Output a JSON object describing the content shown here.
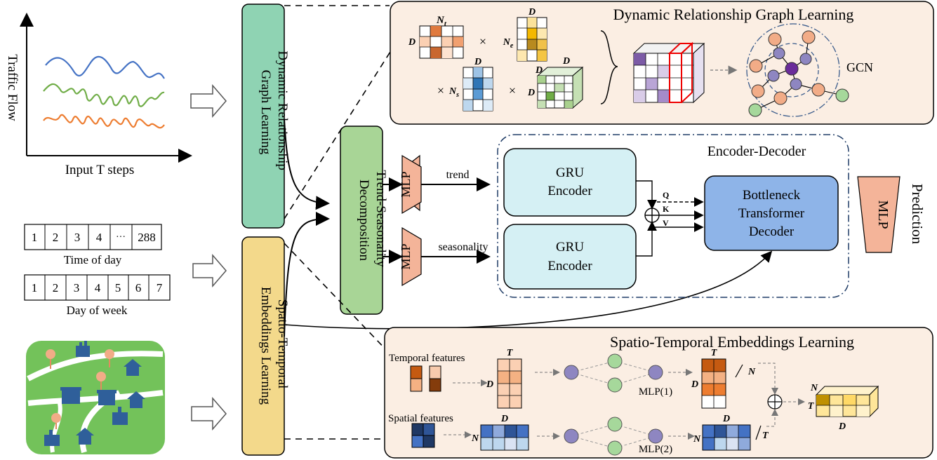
{
  "input": {
    "traffic_ylabel": "Traffic Flow",
    "traffic_xlabel": "Input T steps",
    "time_of_day_cells": [
      "1",
      "2",
      "3",
      "4",
      "···",
      "288"
    ],
    "time_of_day_label": "Time of day",
    "day_of_week_cells": [
      "1",
      "2",
      "3",
      "4",
      "5",
      "6",
      "7"
    ],
    "day_of_week_label": "Day of week",
    "line_colors": {
      "blue": "#4472c4",
      "green": "#70ad47",
      "orange": "#ed7d31"
    }
  },
  "modules": {
    "dynamic_graph_box": [
      "Dynamic Relationship",
      "Graph Learning"
    ],
    "st_embed_box": [
      "Spatio-Temporal",
      "Embeddings Learning"
    ],
    "trend_box": [
      "Trend-Seasonality",
      "Decomposition"
    ],
    "mlp": "MLP",
    "trend_label": "trend",
    "seasonality_label": "seasonality",
    "prediction": "Prediction"
  },
  "dynamic_panel": {
    "title": "Dynamic Relationship Graph Learning",
    "labels": {
      "Nt": "N",
      "Nt_sub": "t",
      "Ne": "N",
      "Ne_sub": "e",
      "Ns": "N",
      "Ns_sub": "s",
      "D": "D",
      "times": "×"
    },
    "gcn": "GCN"
  },
  "encoder_decoder": {
    "title": "Encoder-Decoder",
    "gru1": [
      "GRU",
      "Encoder"
    ],
    "gru2": [
      "GRU",
      "Encoder"
    ],
    "decoder": [
      "Bottleneck",
      "Transformer",
      "Decoder"
    ],
    "q": "Q",
    "k": "K",
    "v": "V",
    "plus": "+"
  },
  "st_panel": {
    "title": "Spatio-Temporal Embeddings Learning",
    "temporal_features": "Temporal features",
    "spatial_features": "Spatial features",
    "mlp1": "MLP(1)",
    "mlp2": "MLP(2)",
    "T": "T",
    "D": "D",
    "N": "N"
  },
  "colors": {
    "green_box": "#8fd3b3",
    "yellow_box": "#f3d98b",
    "light_green_box": "#a8d596",
    "panel_fill": "#fbeee3",
    "mlp_fill": "#f4b499",
    "gru_fill": "#d5f0f4",
    "decoder_fill": "#8eb4e8",
    "purple_node": "#8e86c1",
    "green_node": "#a6d89b",
    "orange_node": "#f2ac87"
  }
}
